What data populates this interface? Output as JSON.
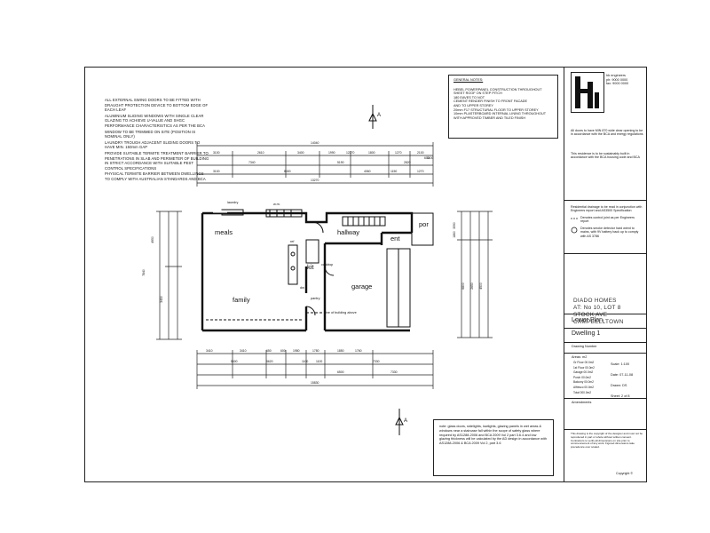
{
  "notes_left": [
    "ALL EXTERNAL SWING DOORS TO BE FITTED WITH DRAUGHT PROTECTION DEVICE TO BOTTOM EDGE OF EACH LEAF",
    "ALUMINIUM SLIDING WINDOWS WITH SINGLE CLEAR GLAZING TO ACHIEVE U-VALUE AND SHGC PERFORMANCE CHARACTERISTICS AS PER THE BCA",
    "WINDOW TO BE TRIMMED ON SITE (POSITION IS NOMINAL ONLY)",
    "LAUNDRY TROUGH ADJACENT SLIDING DOORS TO HAVE MIN. 150mm GAP",
    "PROVIDE SUITABLE TERMITE TREATMENT BARRIER TO PENETRATIONS IN SLAB AND PERIMETER OF BUILDING IN STRICT ACCORDANCE WITH SUITABLE PEST CONTROL SPECIFICATIONS",
    "PHYSICAL TERMITE BARRIER BETWEEN DWELLINGS TO COMPLY WITH AUSTRALIAN STANDARDS AND BCA"
  ],
  "general_notes": {
    "title": "GENERAL NOTES:",
    "lines": [
      "HEBEL POWERPANEL CONSTRUCTION THROUGHOUT",
      "SHEET ROOF ON STEP PITCH",
      "180 EAVES TO NOT",
      "CEMENT RENDER FINISH TO FRONT FACADE",
      "AND TO UPPER STOREY",
      "20mm F17 STRUCTURAL FLOOR TO UPPER STOREY",
      "10mm PLASTERBOARD INTERNAL LINING THROUGHOUT",
      "WITH APPROVED TIMBER AND TILED FINISH"
    ]
  },
  "title_block": {
    "firm_lines": [
      "hb engineers",
      "ph: 9000 0000",
      "fax: 9000 0000"
    ],
    "note1": "All doors to have MIN 870 wide clear opening to be in accordance with the BCA and energy regulations",
    "note2": "This residence is to be sustainably built in accordance with the BCA housing code and BCA",
    "legend_intro": "Residential drainage to be read in conjunction with Engineers report and AS3500 Specification",
    "legend1": "Denotes control joint as per Engineers report",
    "legend2": "Denotes smoke detector hard wired to mains, with 9V battery back up to comply with AS 3786",
    "client": [
      "DIADO HOMES",
      "AT: No 10, LOT 8",
      "STOCK AVE",
      "CAMPBELLTOWN"
    ],
    "sheet_title": "Lower Plan",
    "dwelling": "Dwelling 1",
    "drawing_number_label": "Drawing Number",
    "areas_label": "Areas: m2",
    "areas": [
      [
        "Gr Floor",
        "00.0m2"
      ],
      [
        "1st Floor",
        "00.0m2"
      ],
      [
        "Garage",
        "00.0m2"
      ],
      [
        "Porch",
        "00.0m2"
      ],
      [
        "Balcony",
        "00.0m2"
      ],
      [
        "Alfresco",
        "00.0m2"
      ],
      [
        "Total",
        "000.0m2"
      ]
    ],
    "scale_label": "Scale:",
    "scale": "1:100",
    "date_label": "Date:",
    "date": "07-11-08",
    "drawn_label": "Drawn:",
    "drawn": "DS",
    "sheet_label": "Sheet:",
    "sheet": "2 of 8",
    "amendments": "Amendments",
    "copyright": "This drawing is the copyright of the designer and must not be reproduced in part or whole without written consent. Contractors to verify all dimensions on site prior to commencement of any work. Figured dimensions take precedence over scaled.",
    "copyright_mark": "Copyright ©"
  },
  "rooms": {
    "meals": "meals",
    "hallway": "hallway",
    "ent": "ent",
    "por": "por",
    "kit": "kit",
    "family": "family",
    "garage": "garage"
  },
  "labels": {
    "laundry": "laundry",
    "ref": "ref",
    "fridge": "fridge",
    "wm": "w.m.",
    "pantry": "pantry",
    "cooktop": "cooktop",
    "dw": "dw",
    "building_line": "line of building above",
    "section_a": "A",
    "section_a2": "A"
  },
  "dims_top": [
    "14040",
    "12270",
    "3100",
    "2610",
    "3400",
    "1990",
    "1800",
    "1270",
    "2100",
    "600",
    "1100",
    "7340",
    "5190",
    "2820",
    "3100",
    "8400",
    "4060",
    "1150",
    "1270",
    "13270"
  ],
  "dims_bottom": [
    "3410",
    "3410",
    "650",
    "600",
    "1980",
    "1780",
    "1850",
    "1760",
    "7330",
    "5600",
    "5620",
    "1100",
    "1100",
    "6500",
    "7330",
    "15830"
  ],
  "dims_left": [
    "4950",
    "3430",
    "7840"
  ],
  "dims_right": [
    "3590",
    "1860",
    "6800",
    "2650",
    "4500"
  ],
  "bottom_note": "note: glass doors, sidelights, lowlights, glazing panels in wet areas & windows near a staircase fall within the scope of safety glass where required by AS1288-2006 and BCA 2009 Vol 2 part 3.6.4 and low glazing thickness will be calculated by the AD design in accordance with AS1288-2006 & BCA 2009 Vol 2, part 3.6"
}
